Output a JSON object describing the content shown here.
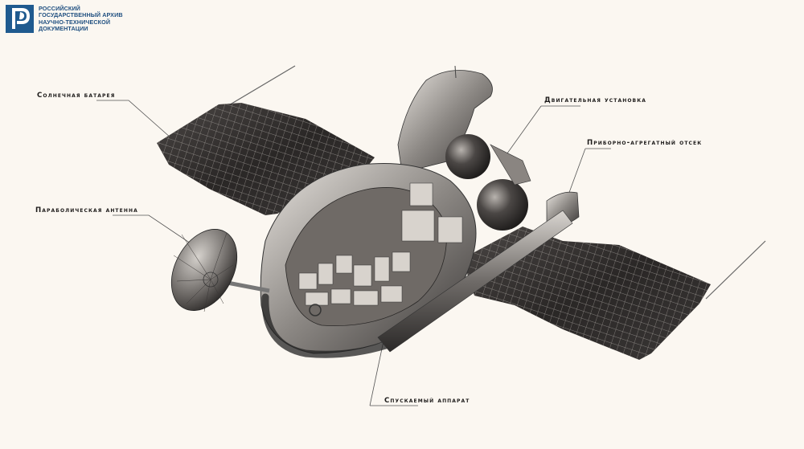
{
  "archive_logo": {
    "icon": "archive-r-logo-icon",
    "color": "#1f5a8f",
    "lines": [
      "РОССИЙСКИЙ",
      "ГОСУДАРСТВЕННЫЙ АРХИВ",
      "НАУЧНО-ТЕХНИЧЕСКОЙ",
      "ДОКУМЕНТАЦИИ"
    ]
  },
  "diagram": {
    "subject": "spacecraft-cutaway-illustration",
    "background_color": "#fbf7f1",
    "labels": [
      {
        "id": "solar-battery",
        "text": "Солнечная батарея"
      },
      {
        "id": "parabolic-antenna",
        "text": "Параболическая антенна"
      },
      {
        "id": "propulsion-unit",
        "text": "Двигательная установка"
      },
      {
        "id": "instrument-compartment",
        "text": "Приборно-агрегатный отсек"
      },
      {
        "id": "descent-module",
        "text": "Спускаемый аппарат"
      }
    ]
  }
}
